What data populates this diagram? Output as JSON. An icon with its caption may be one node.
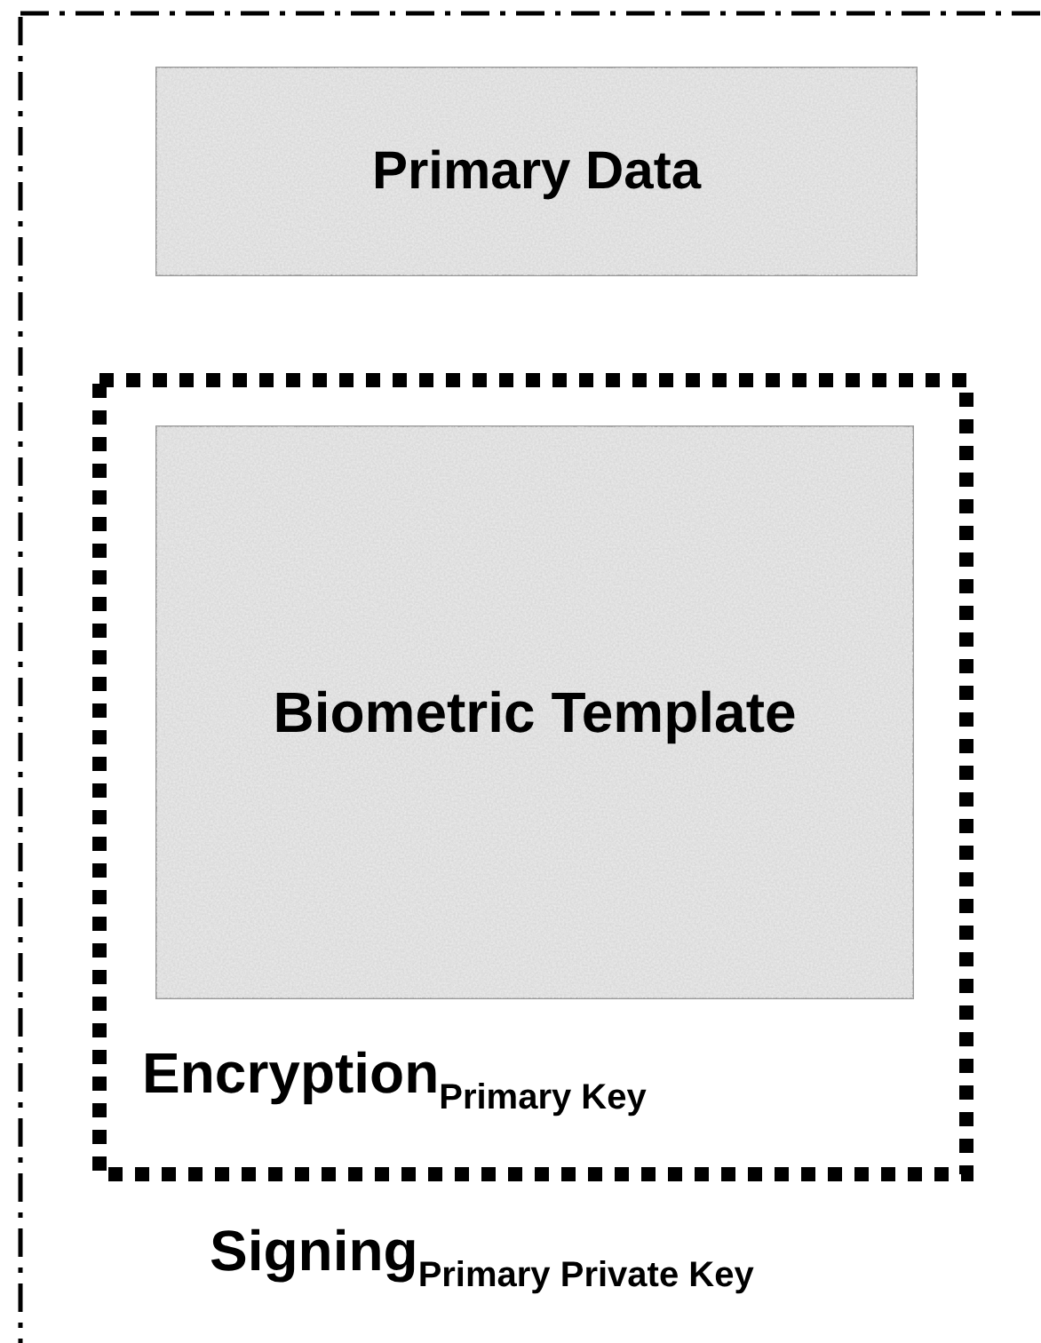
{
  "diagram": {
    "nodes": [
      {
        "text": [
          "Signing$_{Primary Private Key}$"
        ]
      },
      {
        "text": [
          "Primary Data"
        ],
        "in": 0
      },
      {
        "text": [
          "Encryption$_{Primary Key}$"
        ],
        "in": 0
      },
      {
        "text": [
          "Biometric Template"
        ],
        "in": 2
      }
    ]
  }
}
